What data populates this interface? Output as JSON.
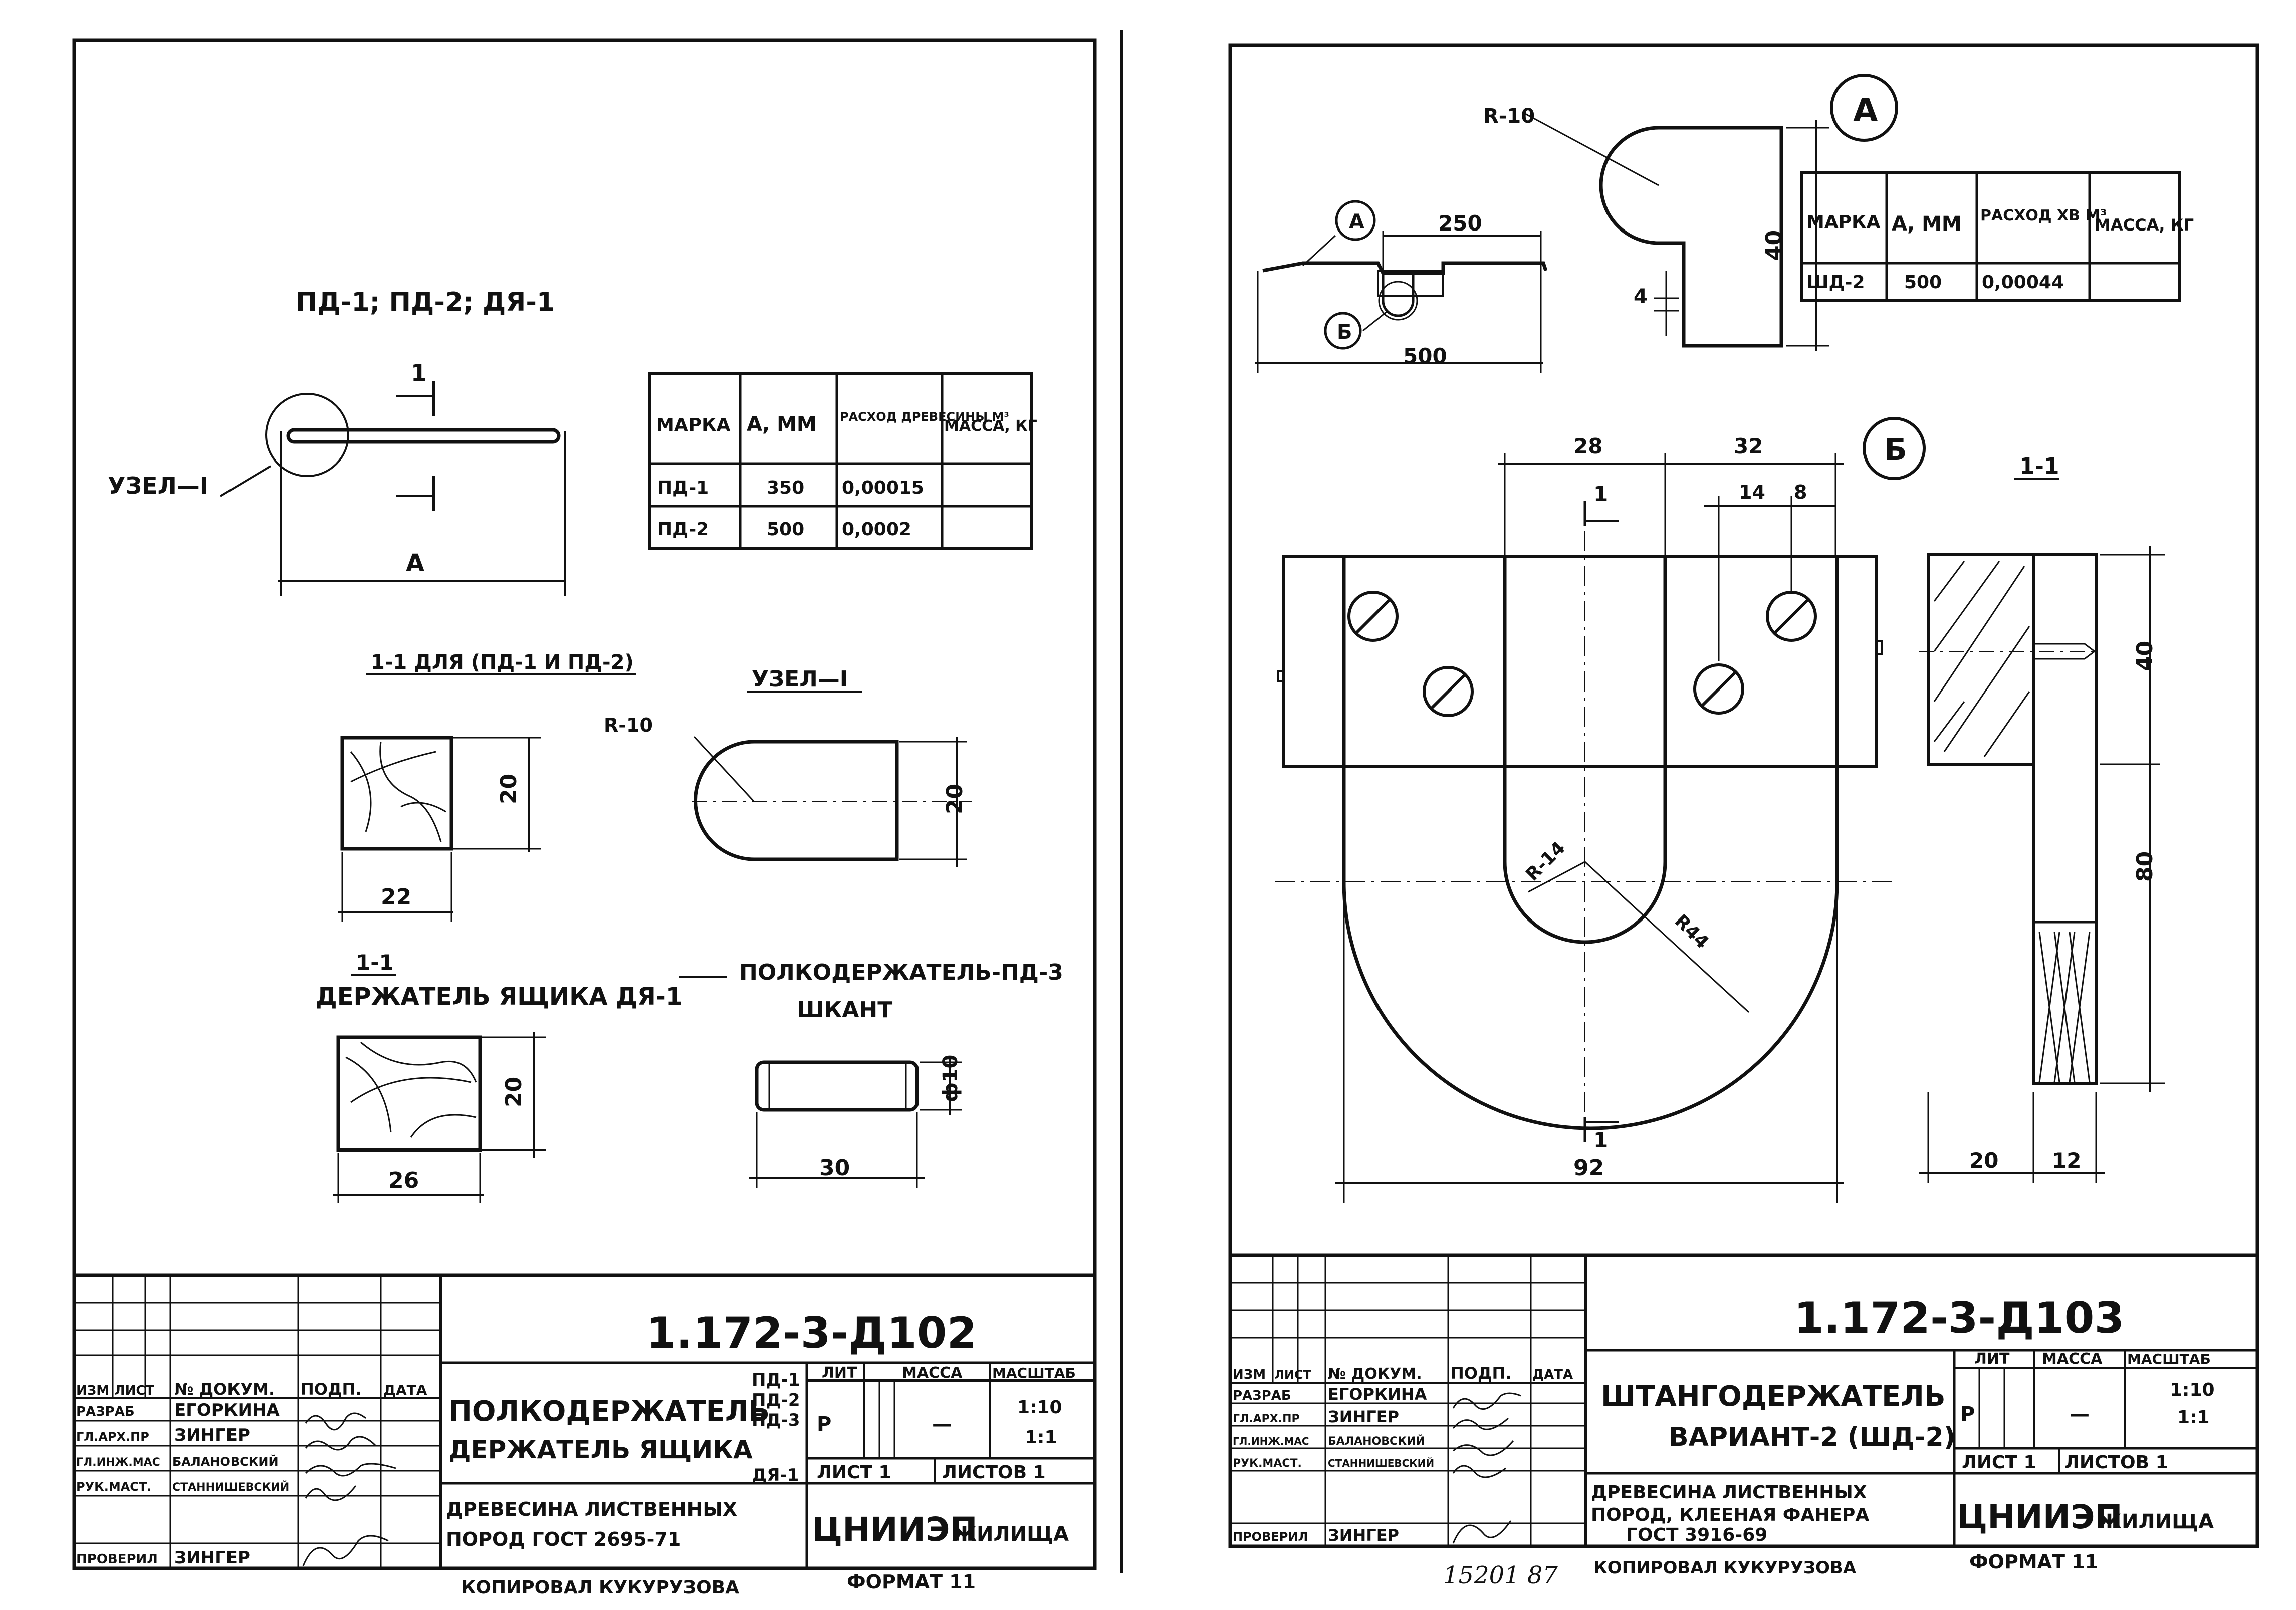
{
  "left_sheet": {
    "heading": "ПД-1; ПД-2; ДЯ-1",
    "node_label": "УЗЕЛ—I",
    "section_mark": "1",
    "dim_A": "А",
    "table": {
      "headers": [
        "МАРКА",
        "А, ММ",
        "РАСХОД ДРЕВЕСИНЫ М³",
        "МАССА, КГ"
      ],
      "rows": [
        [
          "ПД-1",
          "350",
          "0,00015",
          ""
        ],
        [
          "ПД-2",
          "500",
          "0,0002",
          ""
        ]
      ]
    },
    "section_pd_title": "1-1 ДЛЯ (ПД-1 И ПД-2)",
    "sec1_w": "22",
    "sec1_h": "20",
    "node_title": "УЗЕЛ—I",
    "node_radius": "R-10",
    "node_h": "20",
    "dya_section": "1-1",
    "dya_title": "ДЕРЖАТЕЛЬ ЯЩИКА ДЯ-1",
    "sec2_w": "26",
    "sec2_h": "20",
    "pd3_title": "ПОЛКОДЕРЖАТЕЛЬ-ПД-3",
    "pd3_sub": "ШКАНТ",
    "pd3_len": "30",
    "pd3_dia": "ф10",
    "stamp": {
      "code": "1.172-3-Д102",
      "title_line1": "ПОЛКОДЕРЖАТЕЛЬ",
      "title_line2": "ДЕРЖАТЕЛЬ ЯЩИКА",
      "marks": [
        "ПД-1",
        "ПД-2",
        "ПД-3",
        "ДЯ-1"
      ],
      "material_line1": "ДРЕВЕСИНА ЛИСТВЕННЫХ",
      "material_line2": "ПОРОД  ГОСТ 2695-71",
      "org": "ЦНИИЭП",
      "org_suffix": "ЖИЛИЩА",
      "col_lit": "ЛИТ",
      "col_mass": "МАССА",
      "col_scale": "МАСШТАБ",
      "lit_value": "Р",
      "mass_value": "—",
      "scale1": "1:10",
      "scale2": "1:1",
      "sheet_label": "ЛИСТ 1",
      "sheets_label": "ЛИСТОВ 1",
      "head_cells": [
        "ИЗМ",
        "ЛИСТ",
        "№ ДОКУМ.",
        "ПОДП.",
        "ДАТА"
      ],
      "people": [
        [
          "РАЗРАБ",
          "ЕГОРКИНА"
        ],
        [
          "ГЛ.АРХ.ПР",
          "ЗИНГЕР"
        ],
        [
          "ГЛ.ИНЖ.МАС",
          "БАЛАНОВСКИЙ"
        ],
        [
          "РУК.МАСТ.",
          "СТАННИШЕВСКИЙ"
        ],
        [
          "ПРОВЕРИЛ",
          "ЗИНГЕР"
        ]
      ],
      "copied": "КОПИРОВАЛ КУКУРУЗОВА",
      "format": "ФОРМАТ 11"
    }
  },
  "right_sheet": {
    "callout_A": "А",
    "callout_B": "Б",
    "radius_top": "R-10",
    "dim_250": "250",
    "dim_500": "500",
    "dim_40": "40",
    "dim_4": "4",
    "table": {
      "headers": [
        "МАРКА",
        "А, ММ",
        "РАСХОД ХВ М³",
        "МАССА, КГ"
      ],
      "rows": [
        [
          "ШД-2",
          "500",
          "0,00044",
          ""
        ]
      ]
    },
    "dim_28": "28",
    "dim_32": "32",
    "dim_14": "14",
    "dim_8": "8",
    "section_mark": "1",
    "r14": "R-14",
    "r44": "R44",
    "dim_92": "92",
    "section_title": "1-1",
    "s_dim_40": "40",
    "s_dim_80": "80",
    "s_dim_20": "20",
    "s_dim_12": "12",
    "stamp": {
      "code": "1.172-3-Д103",
      "title_line1": "ШТАНГОДЕРЖАТЕЛЬ",
      "title_line2": "ВАРИАНТ-2 (ШД-2)",
      "material_line1": "ДРЕВЕСИНА ЛИСТВЕННЫХ",
      "material_line2": "ПОРОД, КЛЕЕНАЯ ФАНЕРА",
      "material_line3": "ГОСТ 3916-69",
      "org": "ЦНИИЭП",
      "org_suffix": "ЖИЛИЩА",
      "col_lit": "ЛИТ",
      "col_mass": "МАССА",
      "col_scale": "МАСШТАБ",
      "lit_value": "Р",
      "mass_value": "—",
      "scale1": "1:10",
      "scale2": "1:1",
      "sheet_label": "ЛИСТ 1",
      "sheets_label": "ЛИСТОВ 1",
      "head_cells": [
        "ИЗМ",
        "ЛИСТ",
        "№ ДОКУМ.",
        "ПОДП.",
        "ДАТА"
      ],
      "people": [
        [
          "РАЗРАБ",
          "ЕГОРКИНА"
        ],
        [
          "ГЛ.АРХ.ПР",
          "ЗИНГЕР"
        ],
        [
          "ГЛ.ИНЖ.МАС",
          "БАЛАНОВСКИЙ"
        ],
        [
          "РУК.МАСТ.",
          "СТАННИШЕВСКИЙ"
        ],
        [
          "ПРОВЕРИЛ",
          "ЗИНГЕР"
        ]
      ],
      "archive_no": "15201  87",
      "copied": "КОПИРОВАЛ КУКУРУЗОВА",
      "format": "ФОРМАТ 11"
    }
  }
}
